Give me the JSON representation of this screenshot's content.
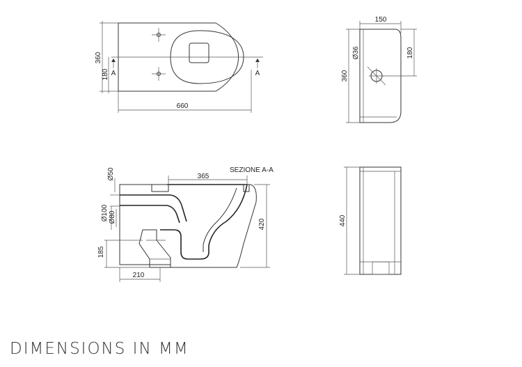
{
  "caption": "DIMENSIONS IN MM",
  "top_view": {
    "height_total": "360",
    "height_half": "180",
    "width_total": "660",
    "section_mark_left": "A",
    "section_mark_right": "A"
  },
  "rear_view": {
    "width": "150",
    "hole_diameter": "Ø36",
    "height_offset": "180",
    "height_total": "360"
  },
  "section_view": {
    "title": "SEZIONE A-A",
    "dim_365": "365",
    "dim_420": "420",
    "dim_50": "Ø50",
    "dim_100": "Ø100",
    "dim_80": "Ø80",
    "dim_185": "185",
    "dim_210": "210"
  },
  "side_view": {
    "height": "440"
  }
}
